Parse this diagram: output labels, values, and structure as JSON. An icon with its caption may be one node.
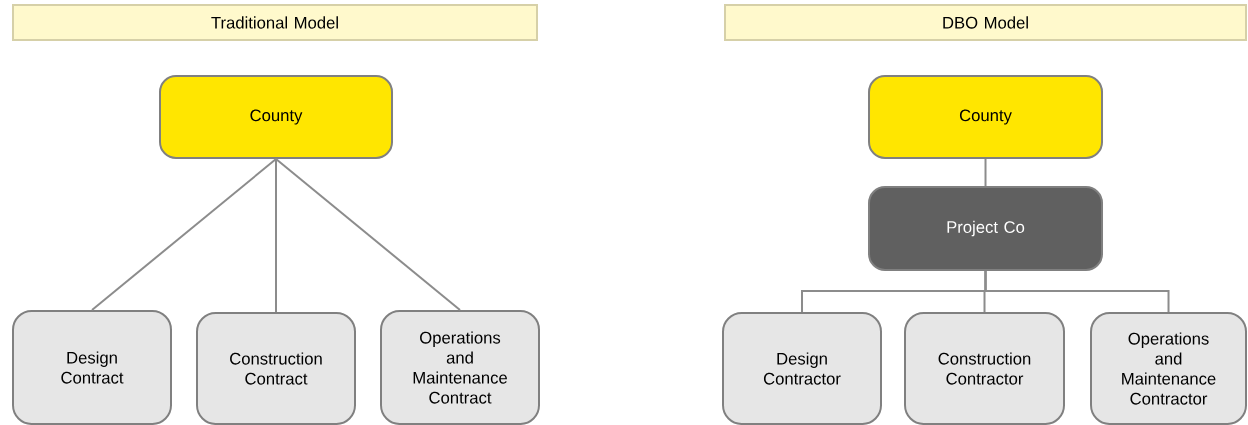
{
  "diagram": {
    "nodes": [
      {
        "text": [
          "Traditional Model"
        ]
      },
      {
        "text": [
          "County"
        ]
      },
      {
        "text": [
          "Design Contract"
        ]
      },
      {
        "text": [
          "Construction Contract"
        ]
      },
      {
        "text": [
          "Operations and Maintenance Contract"
        ]
      },
      {
        "text": [
          "DBO Model"
        ]
      },
      {
        "text": [
          "County"
        ]
      },
      {
        "text": [
          "Project Co"
        ]
      },
      {
        "text": [
          "Design Contractor"
        ]
      },
      {
        "text": [
          "Construction Contractor"
        ]
      },
      {
        "text": [
          "Operations and Maintenance Contractor"
        ]
      }
    ],
    "edges": [
      {
        "from": 1,
        "to": 2,
        "arrow": "none"
      },
      {
        "from": 1,
        "to": 3,
        "arrow": "none"
      },
      {
        "from": 1,
        "to": 4,
        "arrow": "none"
      },
      {
        "from": 6,
        "to": 7,
        "arrow": "none"
      },
      {
        "from": 7,
        "to": 8,
        "arrow": "none"
      },
      {
        "from": 7,
        "to": 9,
        "arrow": "none"
      },
      {
        "from": 7,
        "to": 10,
        "arrow": "none"
      }
    ]
  }
}
